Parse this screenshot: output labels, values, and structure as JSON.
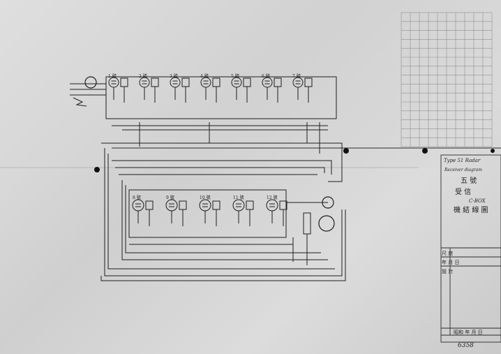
{
  "title_block": {
    "english_title": "Type 51 Radar",
    "english_subtitle": "Receiver diagram",
    "code": "C-BOX",
    "kanji_number": "五 號",
    "kanji_receiver": "受 信",
    "kanji_machine": "機 結 線 圖",
    "row_labels": [
      "尺 度",
      "年 月 日",
      "設 計"
    ],
    "footer": "昭和 年 月 日"
  },
  "sheet_number": "6358",
  "tube_labels_top": [
    "1 號",
    "2 號",
    "3 號",
    "4 號",
    "5 號",
    "6 號",
    "7 號"
  ],
  "tube_labels_bottom": [
    "8 號",
    "9 號",
    "10 號",
    "11 號",
    "12 號"
  ],
  "colors": {
    "ink": "#1e1e1e",
    "paper": "#dadada",
    "grid": "#9a9a9a"
  }
}
